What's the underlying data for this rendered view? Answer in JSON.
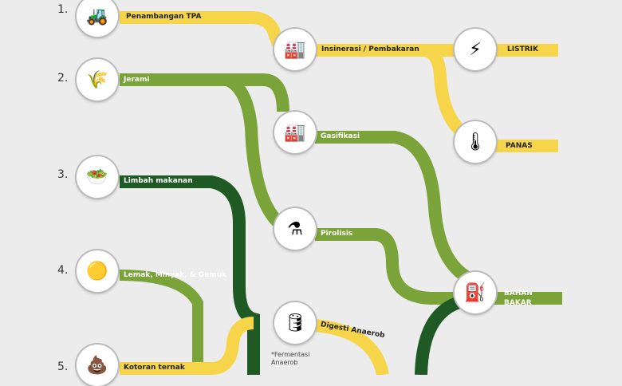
{
  "colors": {
    "yellow": "#f6d54a",
    "light_green": "#7aa33a",
    "dark_green": "#1f5a24"
  },
  "sources": [
    {
      "num": "1.",
      "label": "Penambangan TPA",
      "icon": "landfill-mining-icon"
    },
    {
      "num": "2.",
      "label": "Jerami",
      "icon": "straw-icon"
    },
    {
      "num": "3.",
      "label": "Limbah makanan",
      "icon": "food-waste-icon"
    },
    {
      "num": "4.",
      "label": "Lemak, Minyak, & Gemuk",
      "icon": "fat-oil-icon"
    },
    {
      "num": "5.",
      "label": "Kotoran ternak",
      "icon": "manure-icon"
    }
  ],
  "processes": {
    "incineration": "Insinerasi / Pembakaran",
    "gasification": "Gasifikasi",
    "pyrolysis": "Pirolisis",
    "anaerobic": "Digesti Anaerob",
    "anaerobic_note1": "*Fermentasi",
    "anaerobic_note2": "Anaerob"
  },
  "outputs": {
    "electricity": "LISTRIK",
    "heat": "PANAS",
    "fuel1": "BAHAN",
    "fuel2": "BAKAR"
  }
}
